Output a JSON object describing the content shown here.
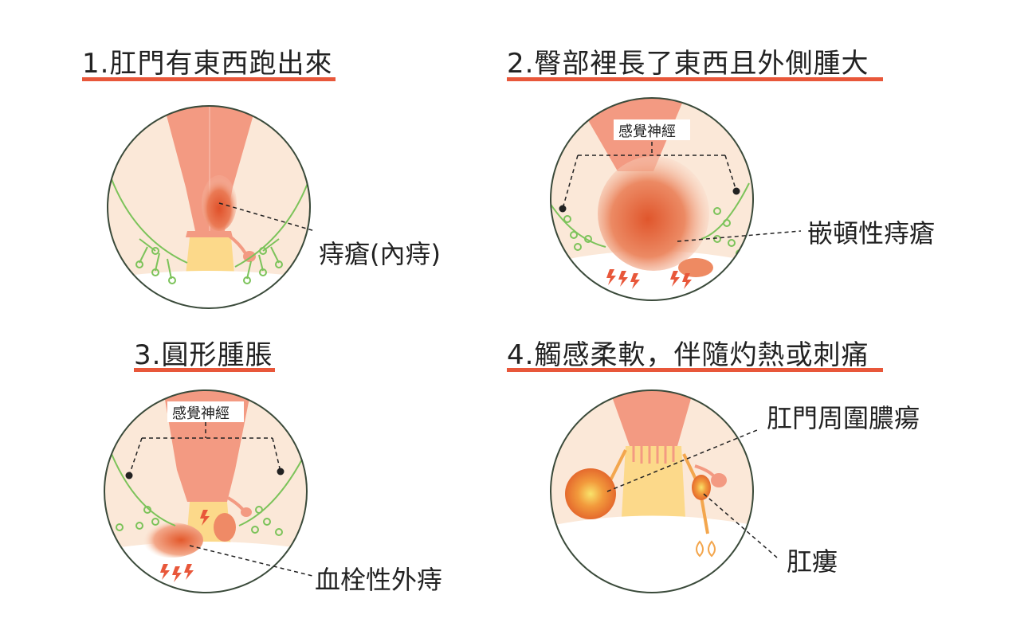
{
  "panels": [
    {
      "title": "1.肛門有東西跑出來",
      "label": "痔瘡(內痔)"
    },
    {
      "title": "2.臀部裡長了東西且外側腫大",
      "label": "嵌頓性痔瘡",
      "nerve": "感覺神經"
    },
    {
      "title": "3.圓形腫脹",
      "label": "血栓性外痔",
      "nerve": "感覺神經"
    },
    {
      "title": "4.觸感柔軟，伴隨灼熱或刺痛",
      "label_top": "肛門周圍膿瘍",
      "label_bottom": "肛瘻"
    }
  ],
  "colors": {
    "accent": "#e8573a",
    "circle_border": "#3a4a3a",
    "skin": "#fbe8d8",
    "rectum": "#f39a82",
    "canal": "#fcd98a",
    "nerve": "#7cc35a",
    "lesion": "#e15a2c"
  }
}
